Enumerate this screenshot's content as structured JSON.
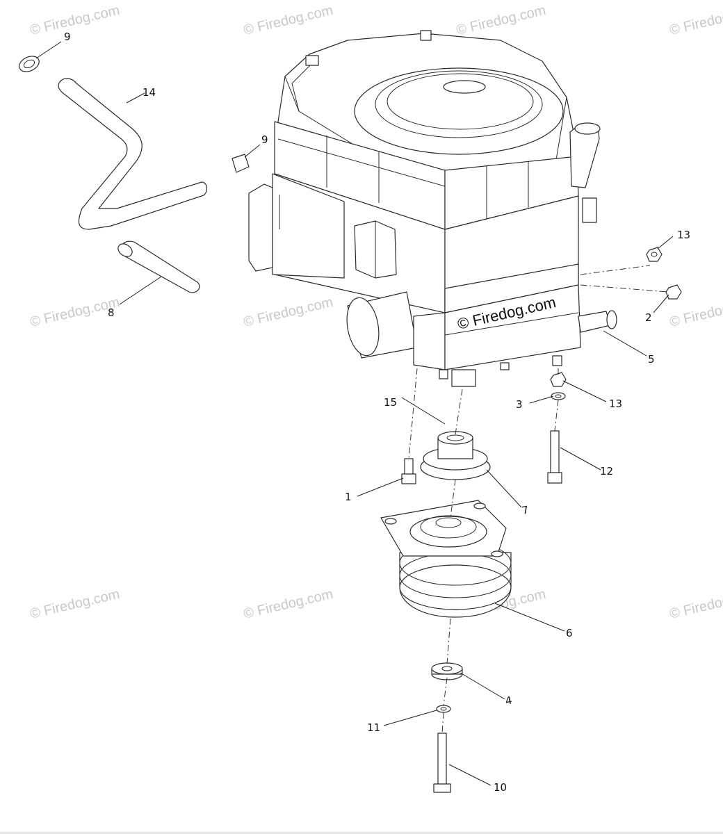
{
  "watermark": {
    "text": "© Firedog.com",
    "color": "#c8c8c8"
  },
  "center_watermark": "© Firedog.com",
  "callouts": {
    "c1": "1",
    "c2": "2",
    "c3": "3",
    "c4": "4",
    "c5": "5",
    "c6": "6",
    "c7": "7",
    "c8": "8",
    "c9a": "9",
    "c9b": "9",
    "c10": "10",
    "c11": "11",
    "c12": "12",
    "c13a": "13",
    "c13b": "13",
    "c14": "14",
    "c15": "15"
  }
}
